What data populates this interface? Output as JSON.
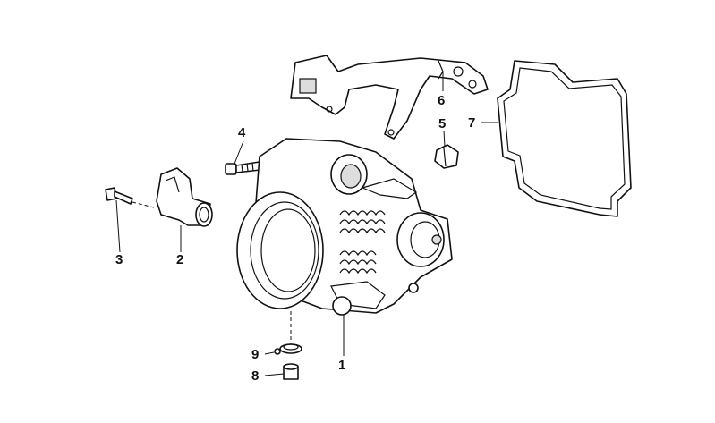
{
  "diagram": {
    "title": "Throttle body assembly exploded parts view",
    "callouts": [
      "1",
      "2",
      "3",
      "4",
      "5",
      "6",
      "7",
      "8",
      "9"
    ]
  }
}
